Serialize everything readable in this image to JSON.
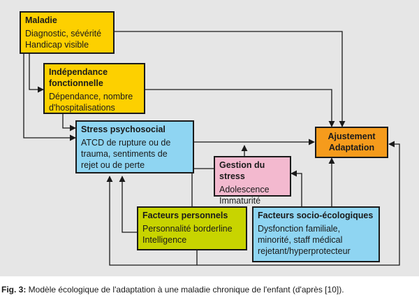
{
  "diagram": {
    "maladie": {
      "title": "Maladie",
      "lines": [
        "Diagnostic, sévérité",
        "Handicap visible"
      ]
    },
    "independance": {
      "title_lines": [
        "Indépendance",
        "fonctionnelle"
      ],
      "lines": [
        "Dépendance, nombre",
        "d'hospitalisations"
      ]
    },
    "stress": {
      "title": "Stress psychosocial",
      "lines": [
        "ATCD de rupture ou de",
        "trauma, sentiments de",
        "rejet ou de perte"
      ]
    },
    "gestion": {
      "title": "Gestion du stress",
      "lines": [
        "Adolescence",
        "Immaturité"
      ]
    },
    "ajustement": {
      "lines": [
        "Ajustement",
        "Adaptation"
      ]
    },
    "personnels": {
      "title": "Facteurs personnels",
      "lines": [
        "Personnalité borderline",
        "Intelligence"
      ]
    },
    "socio": {
      "title": "Facteurs socio-écologiques",
      "lines": [
        "Dysfonction familiale,",
        "minorité, staff médical",
        "rejetant/hyperprotecteur"
      ]
    },
    "colors": {
      "yellow": "#fdd000",
      "blue": "#8fd5f2",
      "pink": "#f3b9cf",
      "lime": "#c8d400",
      "orange": "#f59b1c",
      "background": "#e6e6e6"
    }
  },
  "caption": {
    "label": "Fig. 3:",
    "text": " Modèle écologique de l'adaptation à une maladie chronique de l'enfant (d'après [10])."
  }
}
